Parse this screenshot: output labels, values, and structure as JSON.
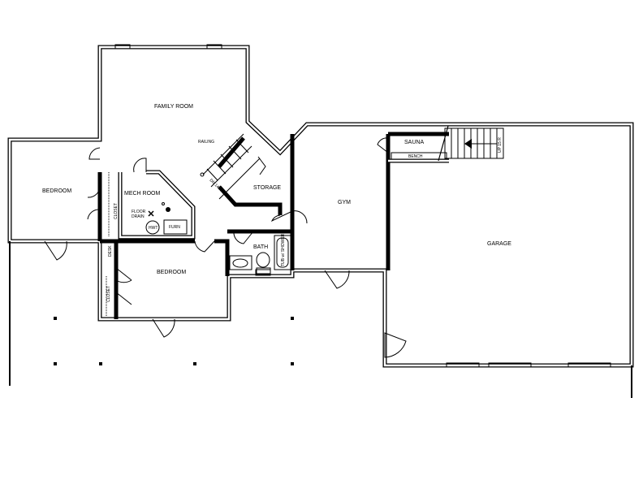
{
  "rooms": {
    "family_room": "FAMILY ROOM",
    "bedroom_left": "BEDROOM",
    "mech_room": "MECH ROOM",
    "storage": "STORAGE",
    "gym": "GYM",
    "sauna": "SAUNA",
    "garage": "GARAGE",
    "bath": "BATH",
    "bedroom_bottom": "BEDROOM"
  },
  "fixtures": {
    "railing": "RAILING",
    "stairs_down": "DN 14 R",
    "stairs_up": "UP 15 R",
    "bench": "BENCH",
    "closet_left": "CLOSET",
    "closet_bottom": "CLOSET",
    "desk": "DESK",
    "floor_drain_1": "FLOOR",
    "floor_drain_2": "DRAIN",
    "hwt": "HWT",
    "furn": "FURN",
    "tub": "TUB w/ SHOWER"
  },
  "colors": {
    "line": "#000000",
    "background": "#ffffff"
  }
}
